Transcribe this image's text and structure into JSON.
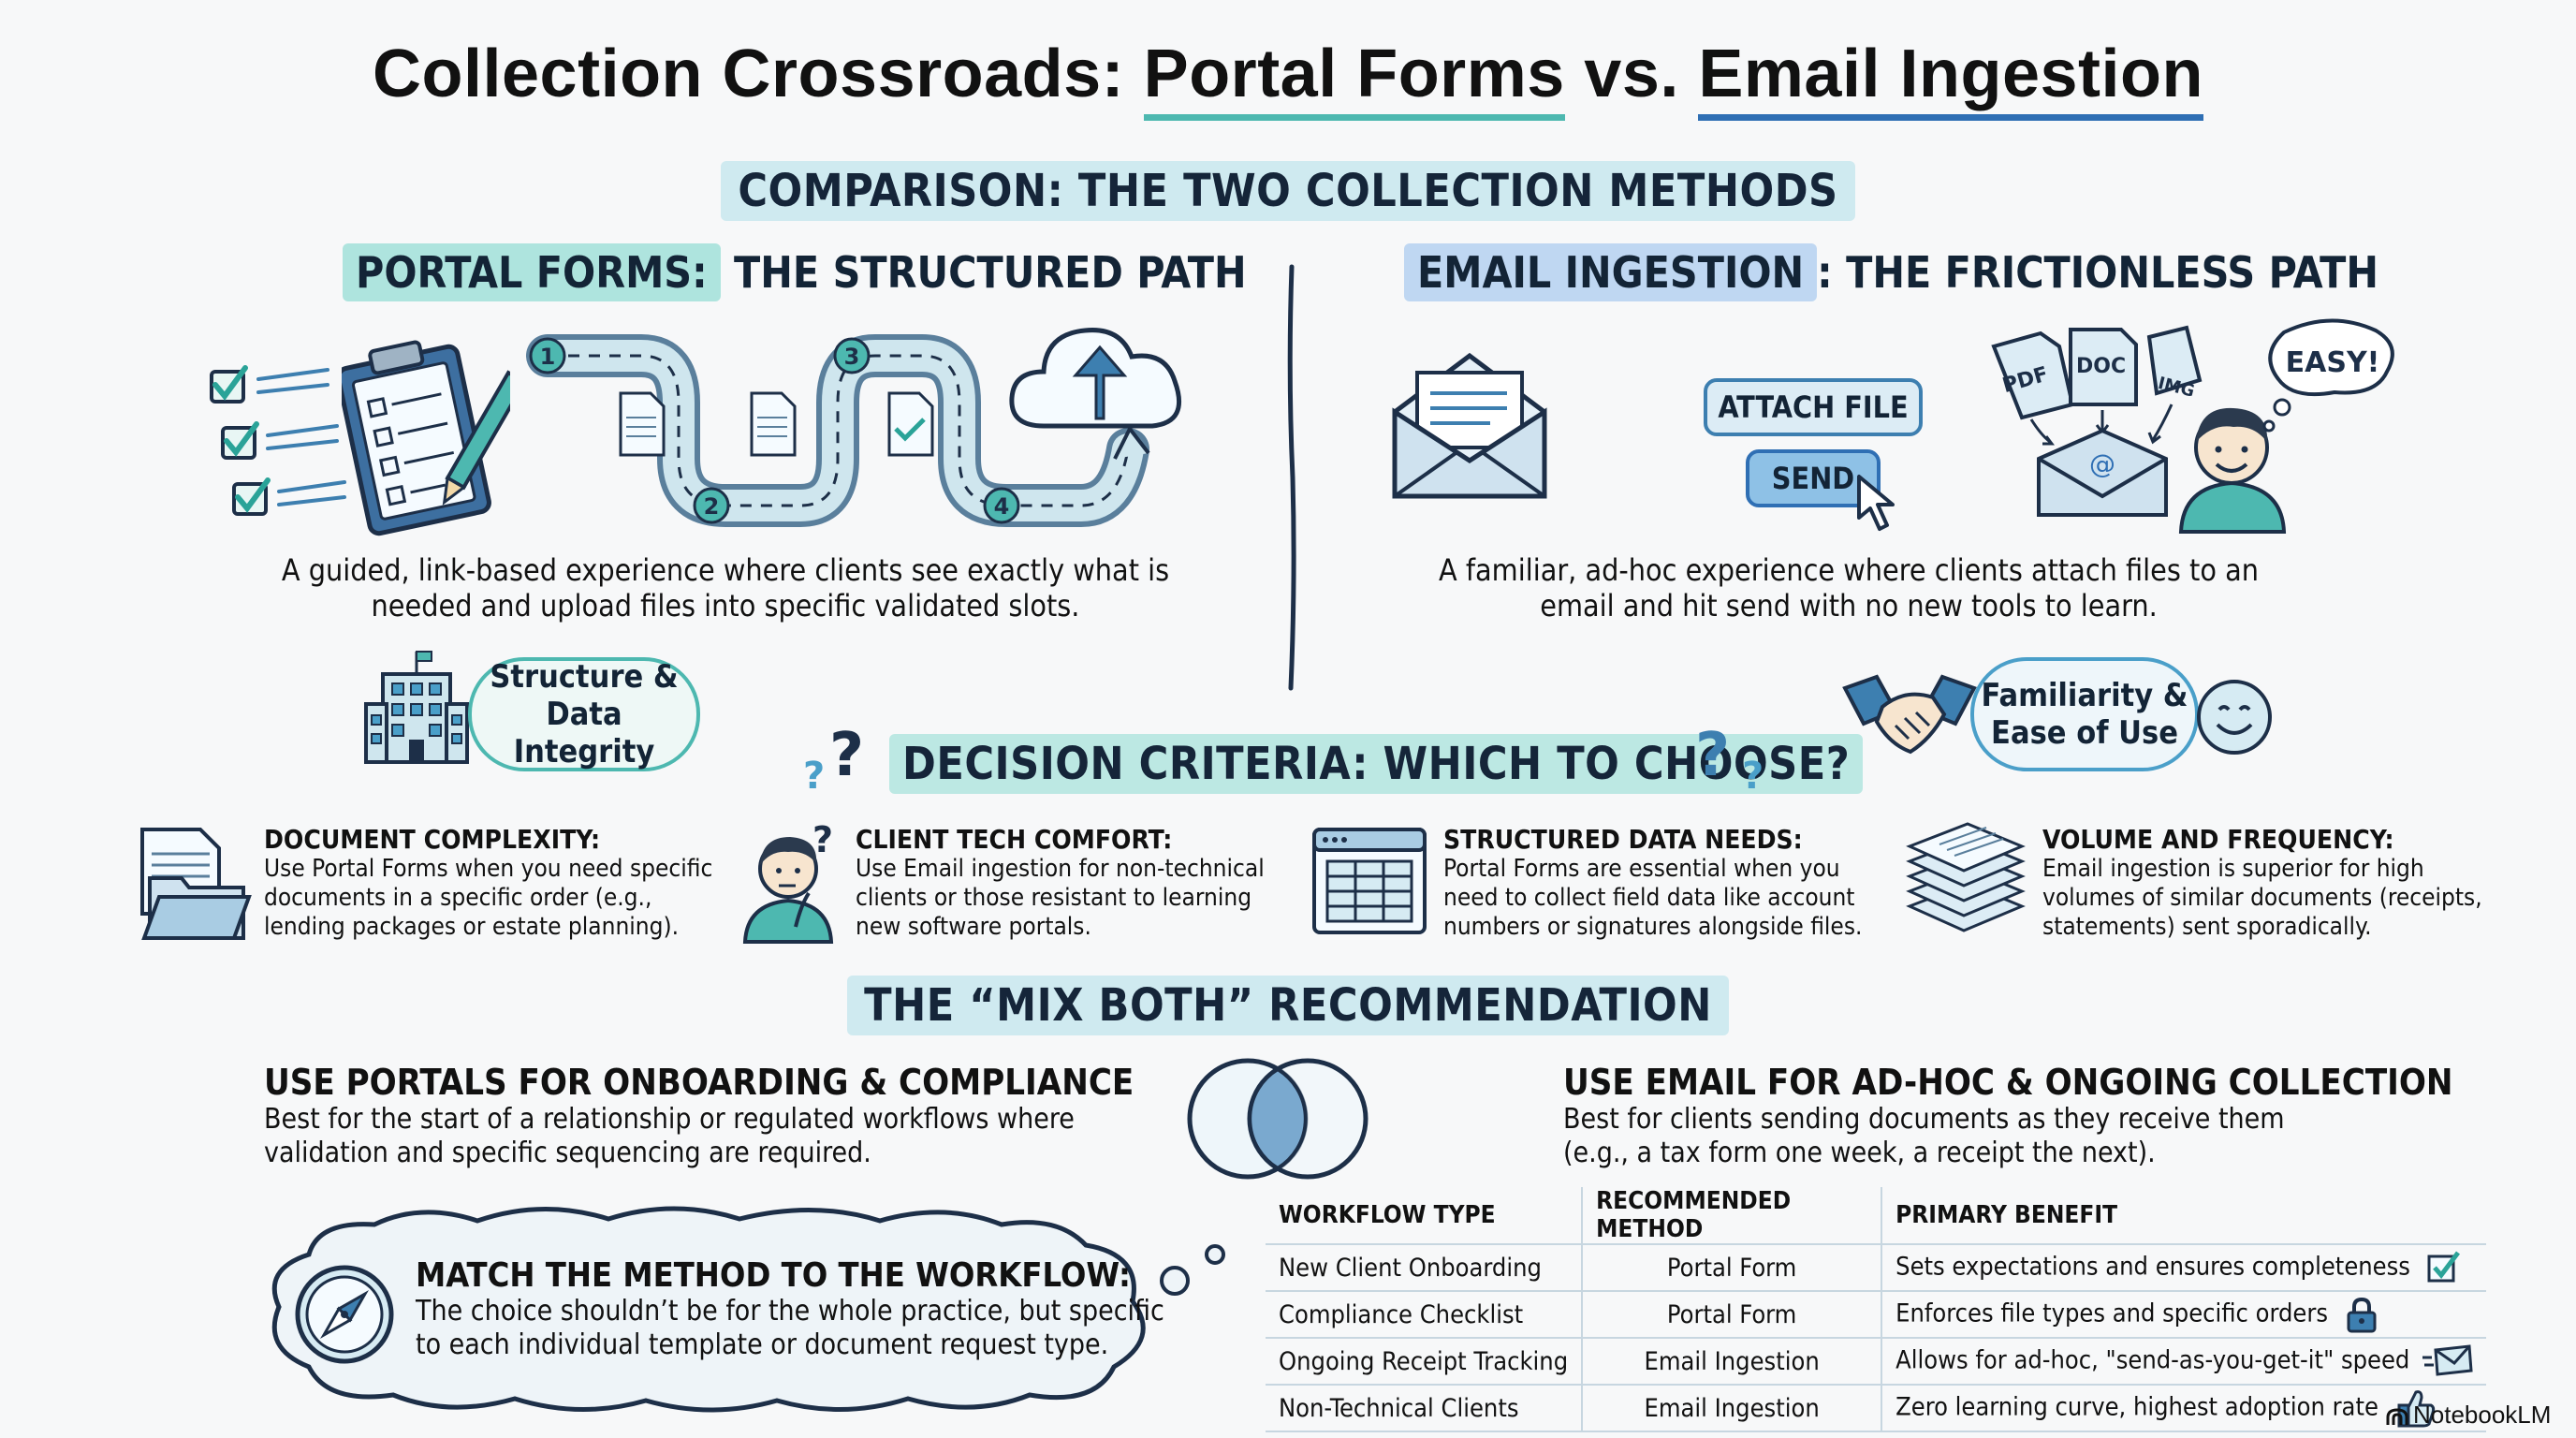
{
  "title": {
    "part1": "Collection Crossroads: ",
    "part2": "Portal Forms",
    "part3": " vs. ",
    "part4": "Email Ingestion"
  },
  "comparison": {
    "heading": "COMPARISON: THE TWO COLLECTION METHODS",
    "portal": {
      "heading_hl": "PORTAL FORMS:",
      "heading_rest": " THE STRUCTURED PATH",
      "description": "A guided, link-based experience where clients see exactly what is needed and upload files into specific validated slots.",
      "steps": [
        "1",
        "2",
        "3",
        "4"
      ],
      "pill_line1": "Structure &",
      "pill_line2": "Data Integrity"
    },
    "email": {
      "heading_hl": "EMAIL INGESTION",
      "heading_rest": ": THE FRICTIONLESS PATH",
      "description": "A familiar, ad-hoc experience where clients attach files to an email and hit send with no new tools to learn.",
      "attach_button": "ATTACH FILE",
      "send_button": "SEND",
      "file_labels": [
        "PDF",
        "DOC",
        "IMG"
      ],
      "bubble": "EASY!",
      "pill_line1": "Familiarity &",
      "pill_line2": "Ease of Use"
    }
  },
  "criteria": {
    "heading": "DECISION CRITERIA: WHICH TO CHOOSE?",
    "items": [
      {
        "title": "DOCUMENT COMPLEXITY:",
        "body": "Use Portal Forms when you need specific documents in a specific order (e.g., lending packages or estate planning)."
      },
      {
        "title": "CLIENT TECH COMFORT:",
        "body": "Use Email ingestion for non-technical clients or those resistant to learning new software portals."
      },
      {
        "title": "STRUCTURED DATA NEEDS:",
        "body": "Portal Forms are essential when you need to collect field data like account numbers or signatures alongside files."
      },
      {
        "title": "VOLUME AND FREQUENCY:",
        "body": "Email ingestion is superior for high volumes of similar documents (receipts, statements) sent sporadically."
      }
    ]
  },
  "mix": {
    "heading": "THE “MIX BOTH” RECOMMENDATION",
    "left_title": "USE PORTALS FOR ONBOARDING & COMPLIANCE",
    "left_body": "Best for the start of a relationship or regulated workflows where validation and specific sequencing are required.",
    "right_title": "USE EMAIL FOR AD-HOC & ONGOING COLLECTION",
    "right_body": "Best for clients sending documents as they receive them (e.g., a tax form one week, a receipt the next).",
    "cloud_title": "MATCH THE METHOD TO THE WORKFLOW:",
    "cloud_body": "The choice shouldn’t be for the whole practice, but specific to each individual template or document request type."
  },
  "table": {
    "headers": [
      "WORKFLOW TYPE",
      "RECOMMENDED METHOD",
      "PRIMARY BENEFIT"
    ],
    "rows": [
      {
        "workflow": "New Client Onboarding",
        "method": "Portal Form",
        "benefit": "Sets expectations and ensures completeness",
        "icon": "checkbox-icon"
      },
      {
        "workflow": "Compliance Checklist",
        "method": "Portal Form",
        "benefit": "Enforces file types and specific orders",
        "icon": "lock-icon"
      },
      {
        "workflow": "Ongoing Receipt Tracking",
        "method": "Email Ingestion",
        "benefit": "Allows for ad-hoc, \"send-as-you-get-it\" speed",
        "icon": "flying-envelope-icon"
      },
      {
        "workflow": "Non-Technical Clients",
        "method": "Email Ingestion",
        "benefit": "Zero learning curve, highest adoption rate",
        "icon": "thumbs-up-icon"
      }
    ]
  },
  "footer": {
    "brand": "NotebookLM"
  },
  "colors": {
    "teal": "#4db8b0",
    "blue": "#2f6fb4",
    "navy": "#1d2f48",
    "pale_blue": "#d6ebf3"
  }
}
